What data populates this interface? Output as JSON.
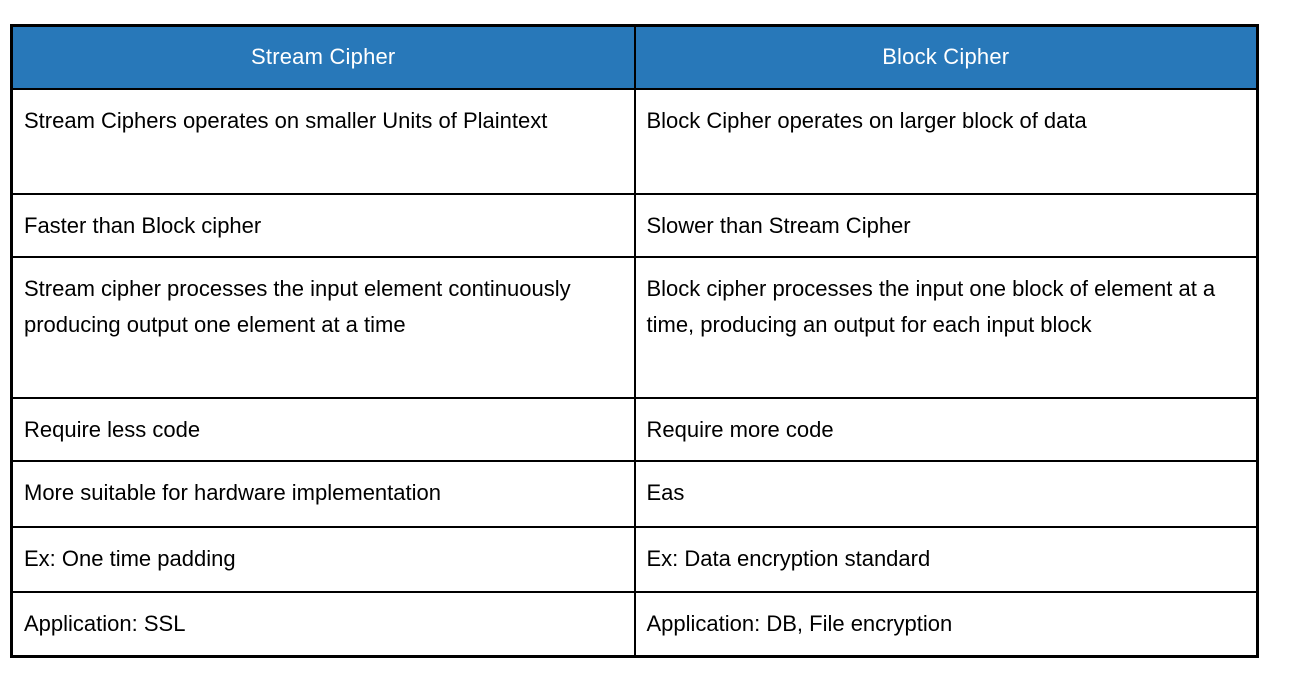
{
  "colors": {
    "header_bg": "#2878b9",
    "header_text": "#ffffff",
    "border": "#000000",
    "body_text": "#000000",
    "page_bg": "#ffffff"
  },
  "table": {
    "columns": [
      {
        "header": "Stream Cipher"
      },
      {
        "header": "Block Cipher"
      }
    ],
    "rows": [
      {
        "stream": "Stream Ciphers operates on smaller Units of Plaintext",
        "block": "Block Cipher operates on larger block of data"
      },
      {
        "stream": "Faster than Block cipher",
        "block": "Slower than Stream Cipher"
      },
      {
        "stream": "Stream cipher processes the input element continuously producing output one element at a time",
        "block": "Block cipher processes the input one block of element at a time, producing an output for each input block"
      },
      {
        "stream": "Require less code",
        "block": "Require more code"
      },
      {
        "stream": "More suitable for hardware implementation",
        "block": "Eas"
      },
      {
        "stream": "Ex: One time padding",
        "block": "Ex: Data encryption standard"
      },
      {
        "stream": "Application: SSL",
        "block": "Application: DB, File encryption"
      }
    ]
  }
}
